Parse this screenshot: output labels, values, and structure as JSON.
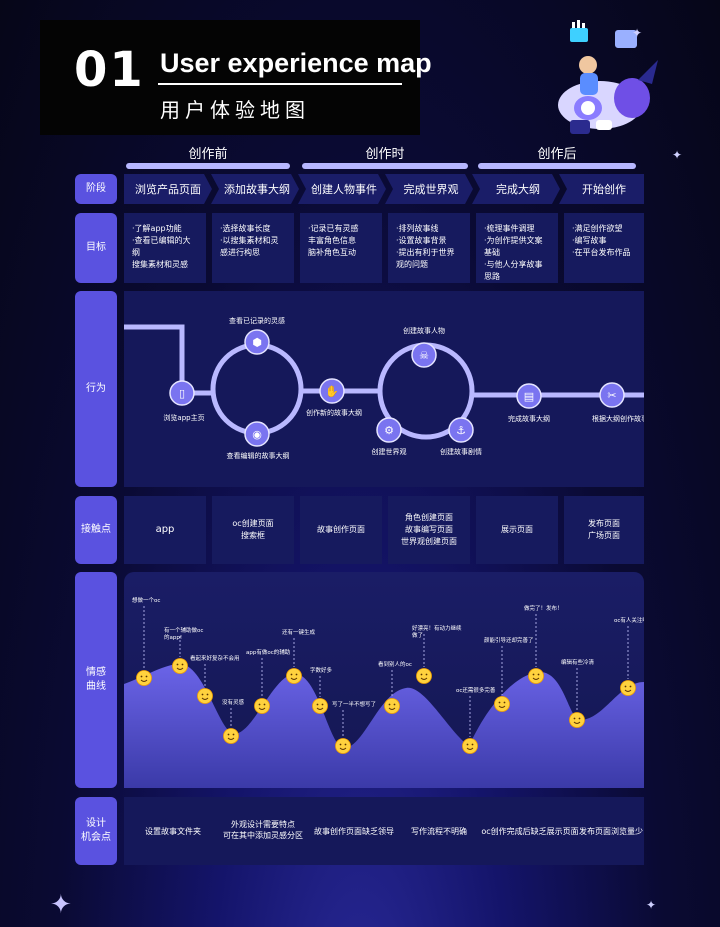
{
  "header": {
    "number": "01",
    "title_en": "User experience map",
    "title_zh": "用户体验地图"
  },
  "phases": [
    "创作前",
    "创作时",
    "创作后"
  ],
  "row_labels": {
    "stage": "阶段",
    "goal": "目标",
    "behavior": "行为",
    "touchpoint": "接触点",
    "emotion": "情感\n曲线",
    "opportunity": "设计\n机会点"
  },
  "stages": [
    "浏览产品页面",
    "添加故事大纲",
    "创建人物事件",
    "完成世界观",
    "完成大纲",
    "开始创作"
  ],
  "goals": [
    "·了解app功能\n·查看已编辑的大纲\n 搜集素材和灵感",
    "·选择故事长度\n·以搜集素材和灵\n 感进行构思",
    "·记录已有灵感\n 丰富角色信息\n 脑补角色互动",
    "·排列故事线\n·设置故事背景\n·提出有利于世界\n 观的问题",
    "·梳理事件调理\n·为创作提供文案\n 基础\n·与他人分享故事\n 思路",
    "·满足创作欲望\n·编写故事\n·在平台发布作品"
  ],
  "behavior": {
    "nodes": [
      {
        "label": "浏览app主页",
        "icon": "phone-icon"
      },
      {
        "label": "查看已记录的灵感",
        "icon": "cube-icon"
      },
      {
        "label": "查看编辑的故事大纲",
        "icon": "eye-icon"
      },
      {
        "label": "创作新的故事大纲",
        "icon": "hand-icon"
      },
      {
        "label": "创建故事人物",
        "icon": "skull-icon"
      },
      {
        "label": "创建世界观",
        "icon": "gear-icon"
      },
      {
        "label": "创建故事剧情",
        "icon": "anchor-icon"
      },
      {
        "label": "完成故事大纲",
        "icon": "book-icon"
      },
      {
        "label": "根据大纲创作故事",
        "icon": "tools-icon"
      }
    ]
  },
  "touchpoints": [
    "app",
    "oc创建页面\n搜索框",
    "故事创作页面",
    "角色创建页面\n故事编写页面\n世界观创建页面",
    "展示页面",
    "发布页面\n广场页面"
  ],
  "emotion": {
    "points": [
      {
        "text": "想做一个oc"
      },
      {
        "text": "有一个辅助做oc\n的app!"
      },
      {
        "text": "看起来好复杂不会用"
      },
      {
        "text": "没有灵感"
      },
      {
        "text": "app有做oc的辅助"
      },
      {
        "text": "还有一键生成"
      },
      {
        "text": "字数好多"
      },
      {
        "text": "写了一半不想写了"
      },
      {
        "text": "看到别人的oc"
      },
      {
        "text": "好漂亮！有动力继续\n做了"
      },
      {
        "text": "oc还需很多完善"
      },
      {
        "text": "颜能引导还却完善了"
      },
      {
        "text": "做完了！发布！"
      },
      {
        "text": "编辑有些冷清"
      },
      {
        "text": "oc有人关注啦！"
      }
    ]
  },
  "opportunities": [
    "设置故事文件夹",
    "外观设计需要特点\n可在其中添加灵感分区",
    "故事创作页面缺乏领导",
    "写作流程不明确",
    "oc创作完成后缺乏展示页面",
    "发布页面浏览量少"
  ]
}
